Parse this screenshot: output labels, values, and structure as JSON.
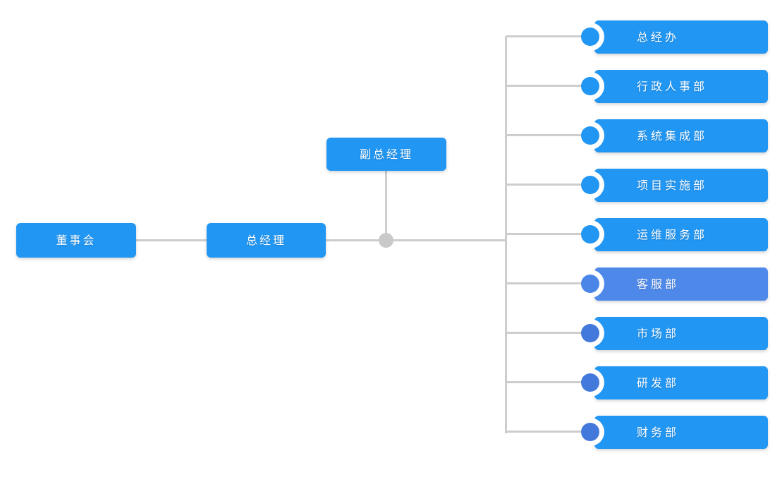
{
  "chart": {
    "type": "org-chart",
    "palette": {
      "primary_blue": "#2196f3",
      "highlight_blue": "#4e89ea",
      "muted_disc_blue": "#4379db",
      "connector_gray": "#cdcdcd",
      "junction_dot_gray": "#c9c9c9",
      "text_white": "#ffffff",
      "background": "#ffffff"
    },
    "root": {
      "label": "董事会"
    },
    "general_manager": {
      "label": "总经理"
    },
    "deputy_general_manager": {
      "label": "副总经理"
    },
    "departments": [
      {
        "label": "总经办",
        "box_color": "#2196f3",
        "disc_color": "#2196f3"
      },
      {
        "label": "行政人事部",
        "box_color": "#2196f3",
        "disc_color": "#2196f3"
      },
      {
        "label": "系统集成部",
        "box_color": "#2196f3",
        "disc_color": "#2196f3"
      },
      {
        "label": "项目实施部",
        "box_color": "#2196f3",
        "disc_color": "#2196f3"
      },
      {
        "label": "运维服务部",
        "box_color": "#2196f3",
        "disc_color": "#2196f3"
      },
      {
        "label": "客服部",
        "box_color": "#4e89ea",
        "disc_color": "#4b85e8"
      },
      {
        "label": "市场部",
        "box_color": "#2196f3",
        "disc_color": "#4379db"
      },
      {
        "label": "研发部",
        "box_color": "#2196f3",
        "disc_color": "#4379db"
      },
      {
        "label": "财务部",
        "box_color": "#2196f3",
        "disc_color": "#4379db"
      }
    ]
  }
}
